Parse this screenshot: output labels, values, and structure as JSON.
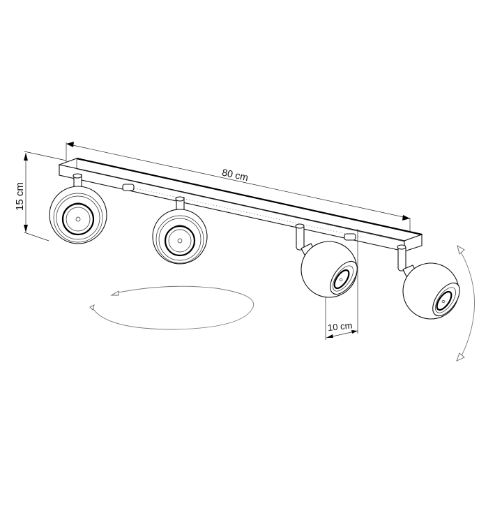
{
  "diagram": {
    "subject": "4-head ceiling spotlight bar",
    "dimensions": {
      "length": "80 cm",
      "height": "15 cm",
      "head_diameter": "10 cm"
    },
    "annotations": {
      "rotation_horizontal": "horizontal-rotation-arrow",
      "rotation_vertical": "tilt-rotation-arrow"
    },
    "colors": {
      "line": "#111111",
      "background": "#ffffff",
      "arrow": "#777777"
    },
    "heads": [
      {
        "id": 1,
        "orientation": "facing-front"
      },
      {
        "id": 2,
        "orientation": "facing-front"
      },
      {
        "id": 3,
        "orientation": "tilted-right"
      },
      {
        "id": 4,
        "orientation": "tilted-right"
      }
    ]
  }
}
